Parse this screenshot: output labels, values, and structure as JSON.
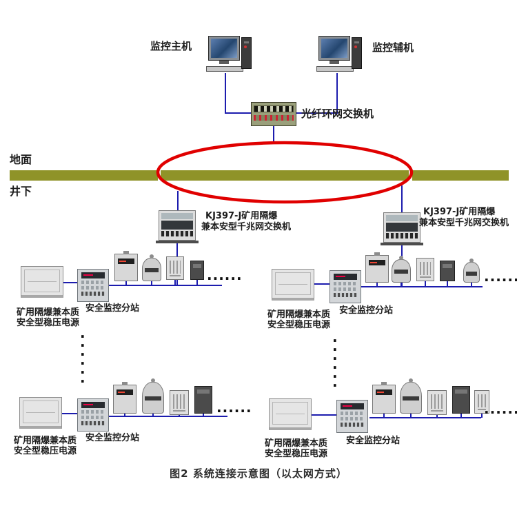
{
  "hosts": {
    "main_label": "监控主机",
    "aux_label": "监控辅机"
  },
  "fiber_switch": {
    "label": "光纤环网交换机"
  },
  "surface": {
    "ground_label": "地面",
    "underground_label": "井下",
    "band_color": "#8f9328",
    "ring_color": "#e00000",
    "wire_color": "#1c1cae"
  },
  "kj_switch": {
    "line1": "KJ397-J矿用隔爆",
    "line2": "兼本安型千兆网交换机"
  },
  "station": {
    "substation_label": "安全监控分站",
    "power_line1": "矿用隔爆兼本质",
    "power_line2": "安全型稳压电源"
  },
  "dots": {
    "h": "······",
    "v": "······"
  },
  "caption": "图2 系统连接示意图（以太网方式）"
}
